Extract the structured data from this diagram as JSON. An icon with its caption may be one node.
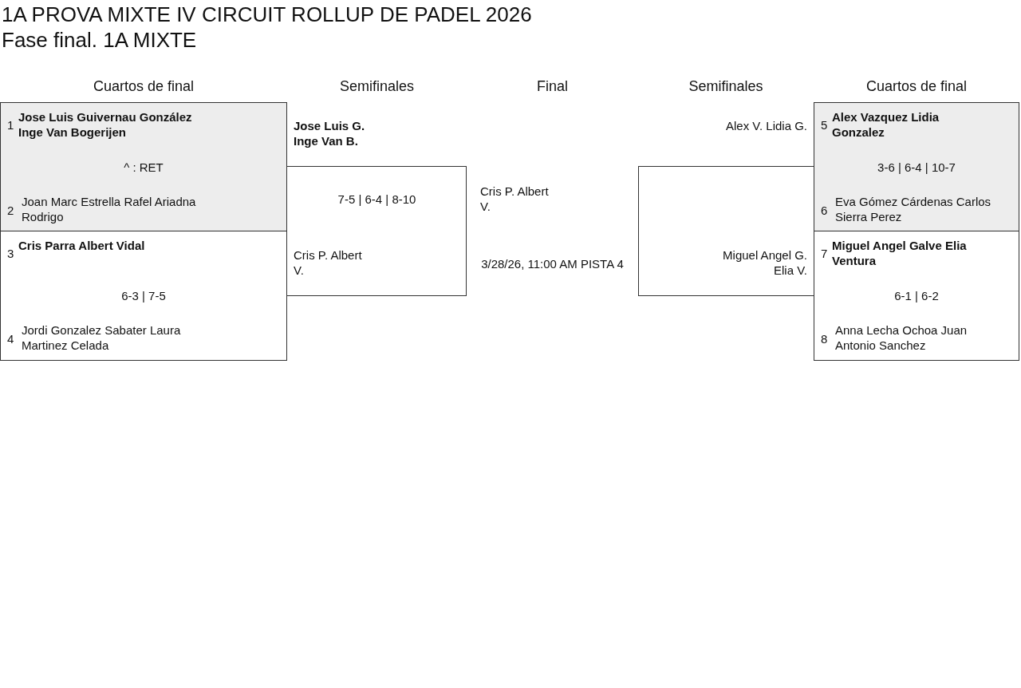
{
  "diagram": {
    "title": "1A PROVA MIXTE IV CIRCUIT ROLLUP DE PADEL 2026",
    "nodes": [
      {
        "text": [
          "1",
          "Jose Luis Guivernau González Inge Van Bogerijen",
          "^ : RET",
          "2",
          "Joan Marc Estrella Rafel Ariadna Rodrigo"
        ]
      },
      {
        "text": [
          "3",
          "Cris Parra Albert Vidal",
          "6-3 | 7-5",
          "4",
          "Jordi Gonzalez Sabater Laura Martinez Celada"
        ]
      },
      {
        "text": [
          "Jose Luis G. Inge Van B.",
          "7-5 | 6-4 | 8-10",
          "Cris P. Albert V."
        ]
      },
      {
        "text": [
          "Cris P. Albert V.",
          "3/28/26, 11:00 AM PISTA 4"
        ]
      },
      {
        "text": [
          "Alex V. Lidia G.",
          "Miguel Angel G. Elia V."
        ]
      },
      {
        "text": [
          "5",
          "Alex Vazquez Lidia Gonzalez",
          "3-6 | 6-4 | 10-7",
          "6",
          "Eva Gómez Cárdenas Carlos Sierra Perez"
        ]
      },
      {
        "text": [
          "7",
          "Miguel Angel Galve Elia Ventura",
          "6-1 | 6-2",
          "8",
          "Anna Lecha Ochoa Juan Antonio Sanchez"
        ]
      }
    ],
    "labels": [
      "Fase final. 1A MIXTE",
      "Cuartos de final",
      "Semifinales",
      "Final",
      "Semifinales",
      "Cuartos de final"
    ]
  }
}
